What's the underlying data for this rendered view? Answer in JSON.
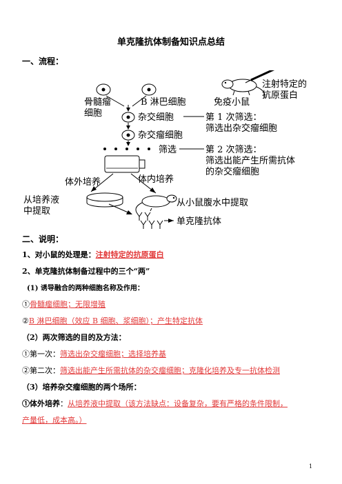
{
  "title": "单克隆抗体制备知识点总结",
  "section1_heading": "一、流程：",
  "diagram": {
    "bone_marrow_cell": [
      "骨髓瘤",
      "细胞"
    ],
    "b_cell": "B 淋巴细胞",
    "immunized_mouse": "免疫小鼠",
    "inject_antigen": [
      "注射特定的",
      "抗原蛋白"
    ],
    "hybrid_cell": "杂交细胞",
    "screen1": [
      "第 1 次筛选：",
      "筛选出杂交瘤细胞"
    ],
    "hybridoma_cell": "杂交瘤细胞",
    "screen_label": "筛选",
    "screen2": [
      "第 2 次筛选：",
      "筛选出能产生所需抗体",
      "的杂交瘤细胞"
    ],
    "in_vitro": "体外培养",
    "in_vivo": "体内培养",
    "from_medium": [
      "从培养液",
      "中提取"
    ],
    "from_ascites": "从小鼠腹水中提取",
    "mab": "单克隆抗体"
  },
  "section2_heading": "二、说明：",
  "item1": {
    "label": "1、对小鼠的处理是：",
    "answer": "注射特定的抗原蛋白"
  },
  "item2_heading": "2、单克隆抗体制备过程中的三个“两”",
  "sub1_heading": "(1) 诱导融合的两种细胞名称及作用：",
  "sub1_lines": [
    {
      "prefix": "①",
      "answer": "骨髓瘤细胞；无限增殖"
    },
    {
      "prefix": "②",
      "answer": "B 淋巴细胞（效应 B 细胞、浆细胞）；产生特定抗体"
    }
  ],
  "sub2_heading": "（2）两次筛选的目的及方法：",
  "sub2_lines": [
    {
      "prefix": "①第一次：",
      "answer": "筛选出杂交瘤细胞；选择培养基"
    },
    {
      "prefix": "②第二次：",
      "answer": "筛选出能产生所需抗体的杂交瘤细胞；克隆化培养及专一抗体检测"
    }
  ],
  "sub3_heading": "（3）培养杂交瘤细胞的两个场所：",
  "sub3_line1": {
    "prefix": "①体外培养",
    "colon": "：",
    "answer": "从培养液中提取（该方法缺点：设备复杂，要有严格的条件限制，"
  },
  "sub3_line2": {
    "answer": "产量低，成本高。）"
  },
  "page_number": "1"
}
